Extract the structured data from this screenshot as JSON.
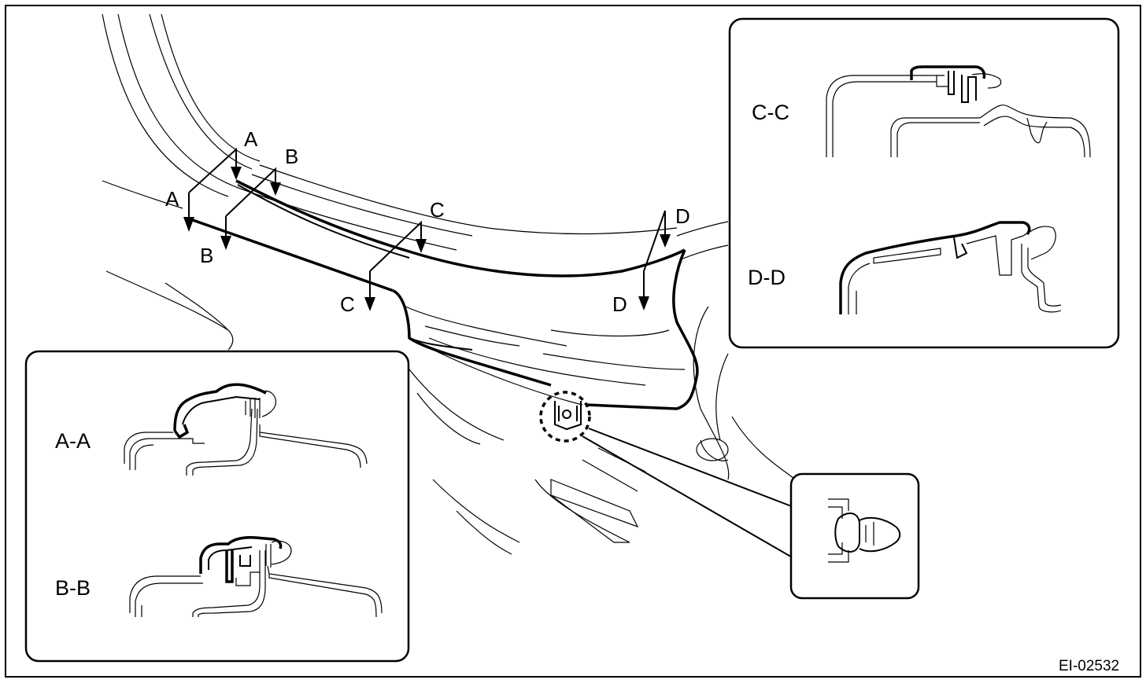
{
  "figure_id": "EI-02532",
  "section_marks": {
    "a_top": "A",
    "a_bottom": "A",
    "b_top": "B",
    "b_bottom": "B",
    "c_top": "C",
    "c_bottom": "C",
    "d_top": "D",
    "d_bottom": "D"
  },
  "inset_labels": {
    "cc": "C-C",
    "dd": "D-D",
    "aa": "A-A",
    "bb": "B-B"
  }
}
